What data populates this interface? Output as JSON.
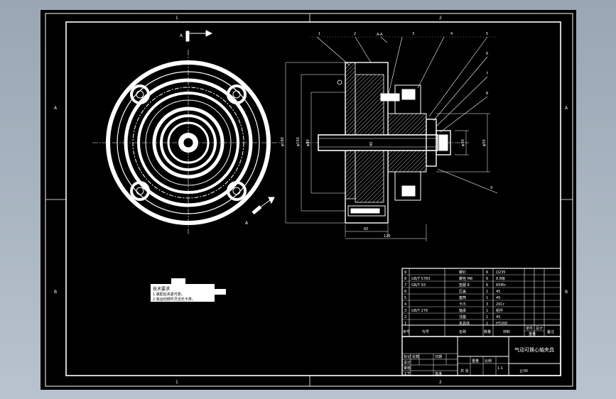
{
  "frame": {
    "zone_cols_top": [
      "1",
      "2"
    ],
    "zone_cols_bottom": [
      "1",
      "2"
    ],
    "zone_rows_left": [
      "A",
      "B"
    ],
    "zone_rows_right": [
      "A",
      "B"
    ]
  },
  "views": {
    "section_marker": "A",
    "section_title": "A-A",
    "leaders": [
      "1",
      "2",
      "3",
      "4",
      "5",
      "6",
      "7",
      "8",
      "9"
    ]
  },
  "dims": {
    "d1": "φ180",
    "d2": "φ150",
    "d3": "φ80",
    "d4": "40",
    "d5": "φ30",
    "d6": "φ50",
    "l1": "60",
    "l2": "120"
  },
  "bom": {
    "rows": [
      {
        "no": "9",
        "code": "",
        "name": "螺钉",
        "qty": "6",
        "material": "Q235"
      },
      {
        "no": "8",
        "code": "GB/T 5783",
        "name": "螺栓 M8",
        "qty": "6",
        "material": "8.8级"
      },
      {
        "no": "7",
        "code": "GB/T 93",
        "name": "垫圈 8",
        "qty": "6",
        "material": "65Mn"
      },
      {
        "no": "6",
        "code": "",
        "name": "压盖",
        "qty": "1",
        "material": "45"
      },
      {
        "no": "5",
        "code": "",
        "name": "套筒",
        "qty": "1",
        "material": "45"
      },
      {
        "no": "4",
        "code": "",
        "name": "卡爪",
        "qty": "3",
        "material": "20Cr"
      },
      {
        "no": "3",
        "code": "GB/T 276",
        "name": "轴承",
        "qty": "1",
        "material": "组件"
      },
      {
        "no": "2",
        "code": "",
        "name": "活塞",
        "qty": "1",
        "material": "45"
      },
      {
        "no": "1",
        "code": "",
        "name": "夹具体",
        "qty": "1",
        "material": "HT200"
      }
    ],
    "header": {
      "no": "序号",
      "code": "代号",
      "name": "名称",
      "qty": "数量",
      "material": "材料",
      "single": "单件",
      "total": "总计",
      "weight": "重量",
      "remark": "备注"
    }
  },
  "title_block": {
    "title": "气动可换心轴夹具",
    "drawing_no": "JJ-00",
    "scale_label": "比例",
    "scale": "1:1",
    "weight_label": "重量",
    "sheet_label": "共 张",
    "mark_label": "标记",
    "qty_label": "处数",
    "design_label": "设计",
    "check_label": "审核",
    "approve_label": "批准",
    "process_label": "工艺",
    "date_label": "日期"
  },
  "tech_requirements": {
    "heading": "技术要求",
    "line1": "1.装配后夹紧可靠。",
    "line2": "2.各运动部件灵活无卡滞。"
  }
}
